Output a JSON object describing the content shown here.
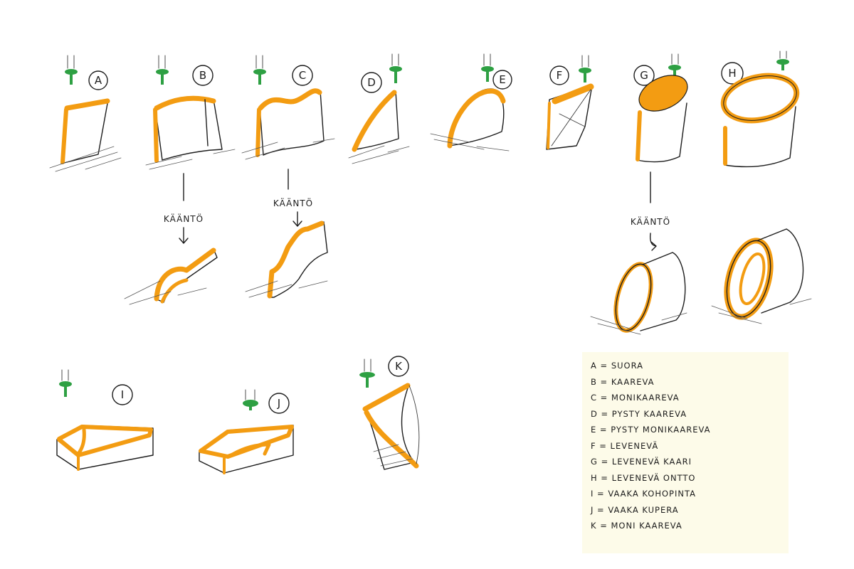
{
  "colors": {
    "accent": "#f39c12",
    "tool": "#2ea043",
    "ink": "#1d1d1d",
    "note_paper": "#fdfbe9"
  },
  "figures": [
    {
      "id": "A",
      "label": "A"
    },
    {
      "id": "B",
      "label": "B"
    },
    {
      "id": "C",
      "label": "C"
    },
    {
      "id": "D",
      "label": "D"
    },
    {
      "id": "E",
      "label": "E"
    },
    {
      "id": "F",
      "label": "F"
    },
    {
      "id": "G",
      "label": "G"
    },
    {
      "id": "H",
      "label": "H"
    },
    {
      "id": "I",
      "label": "I"
    },
    {
      "id": "J",
      "label": "J"
    },
    {
      "id": "K",
      "label": "K"
    }
  ],
  "annotations": {
    "kaanto": "KÄÄNTÖ"
  },
  "legend": [
    "A = SUORA",
    "B = KAAREVA",
    "C = MONIKAAREVA",
    "D = PYSTY KAAREVA",
    "E = PYSTY MONIKAAREVA",
    "F = LEVENEVÄ",
    "G = LEVENEVÄ KAARI",
    "H = LEVENEVÄ ONTTO",
    "I = VAAKA KOHOPINTA",
    "J = VAAKA KUPERA",
    "K = MONI KAAREVA"
  ]
}
